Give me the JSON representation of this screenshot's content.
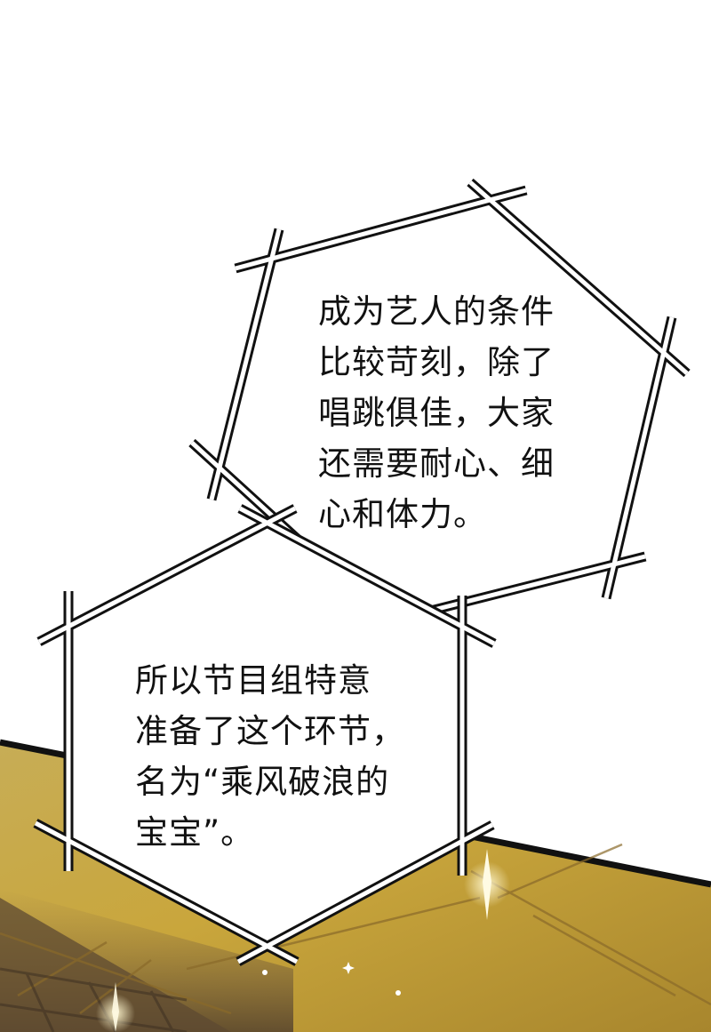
{
  "panel": {
    "bubbles": [
      {
        "lines": [
          "成为艺人的条件",
          "比较苛刻，除了",
          "唱跳俱佳，大家",
          "还需要耐心、细",
          "心和体力。"
        ]
      },
      {
        "lines": [
          "所以节目组特意",
          "准备了这个环节，",
          "名为“乘风破浪的",
          "宝宝”。"
        ]
      }
    ],
    "colors": {
      "sky": "#ffffff",
      "stage_gold": "#c9a93f",
      "stage_dark": "#6b5637",
      "bubble_border": "#111111",
      "bubble_fill": "#ffffff",
      "text": "#111111"
    }
  }
}
